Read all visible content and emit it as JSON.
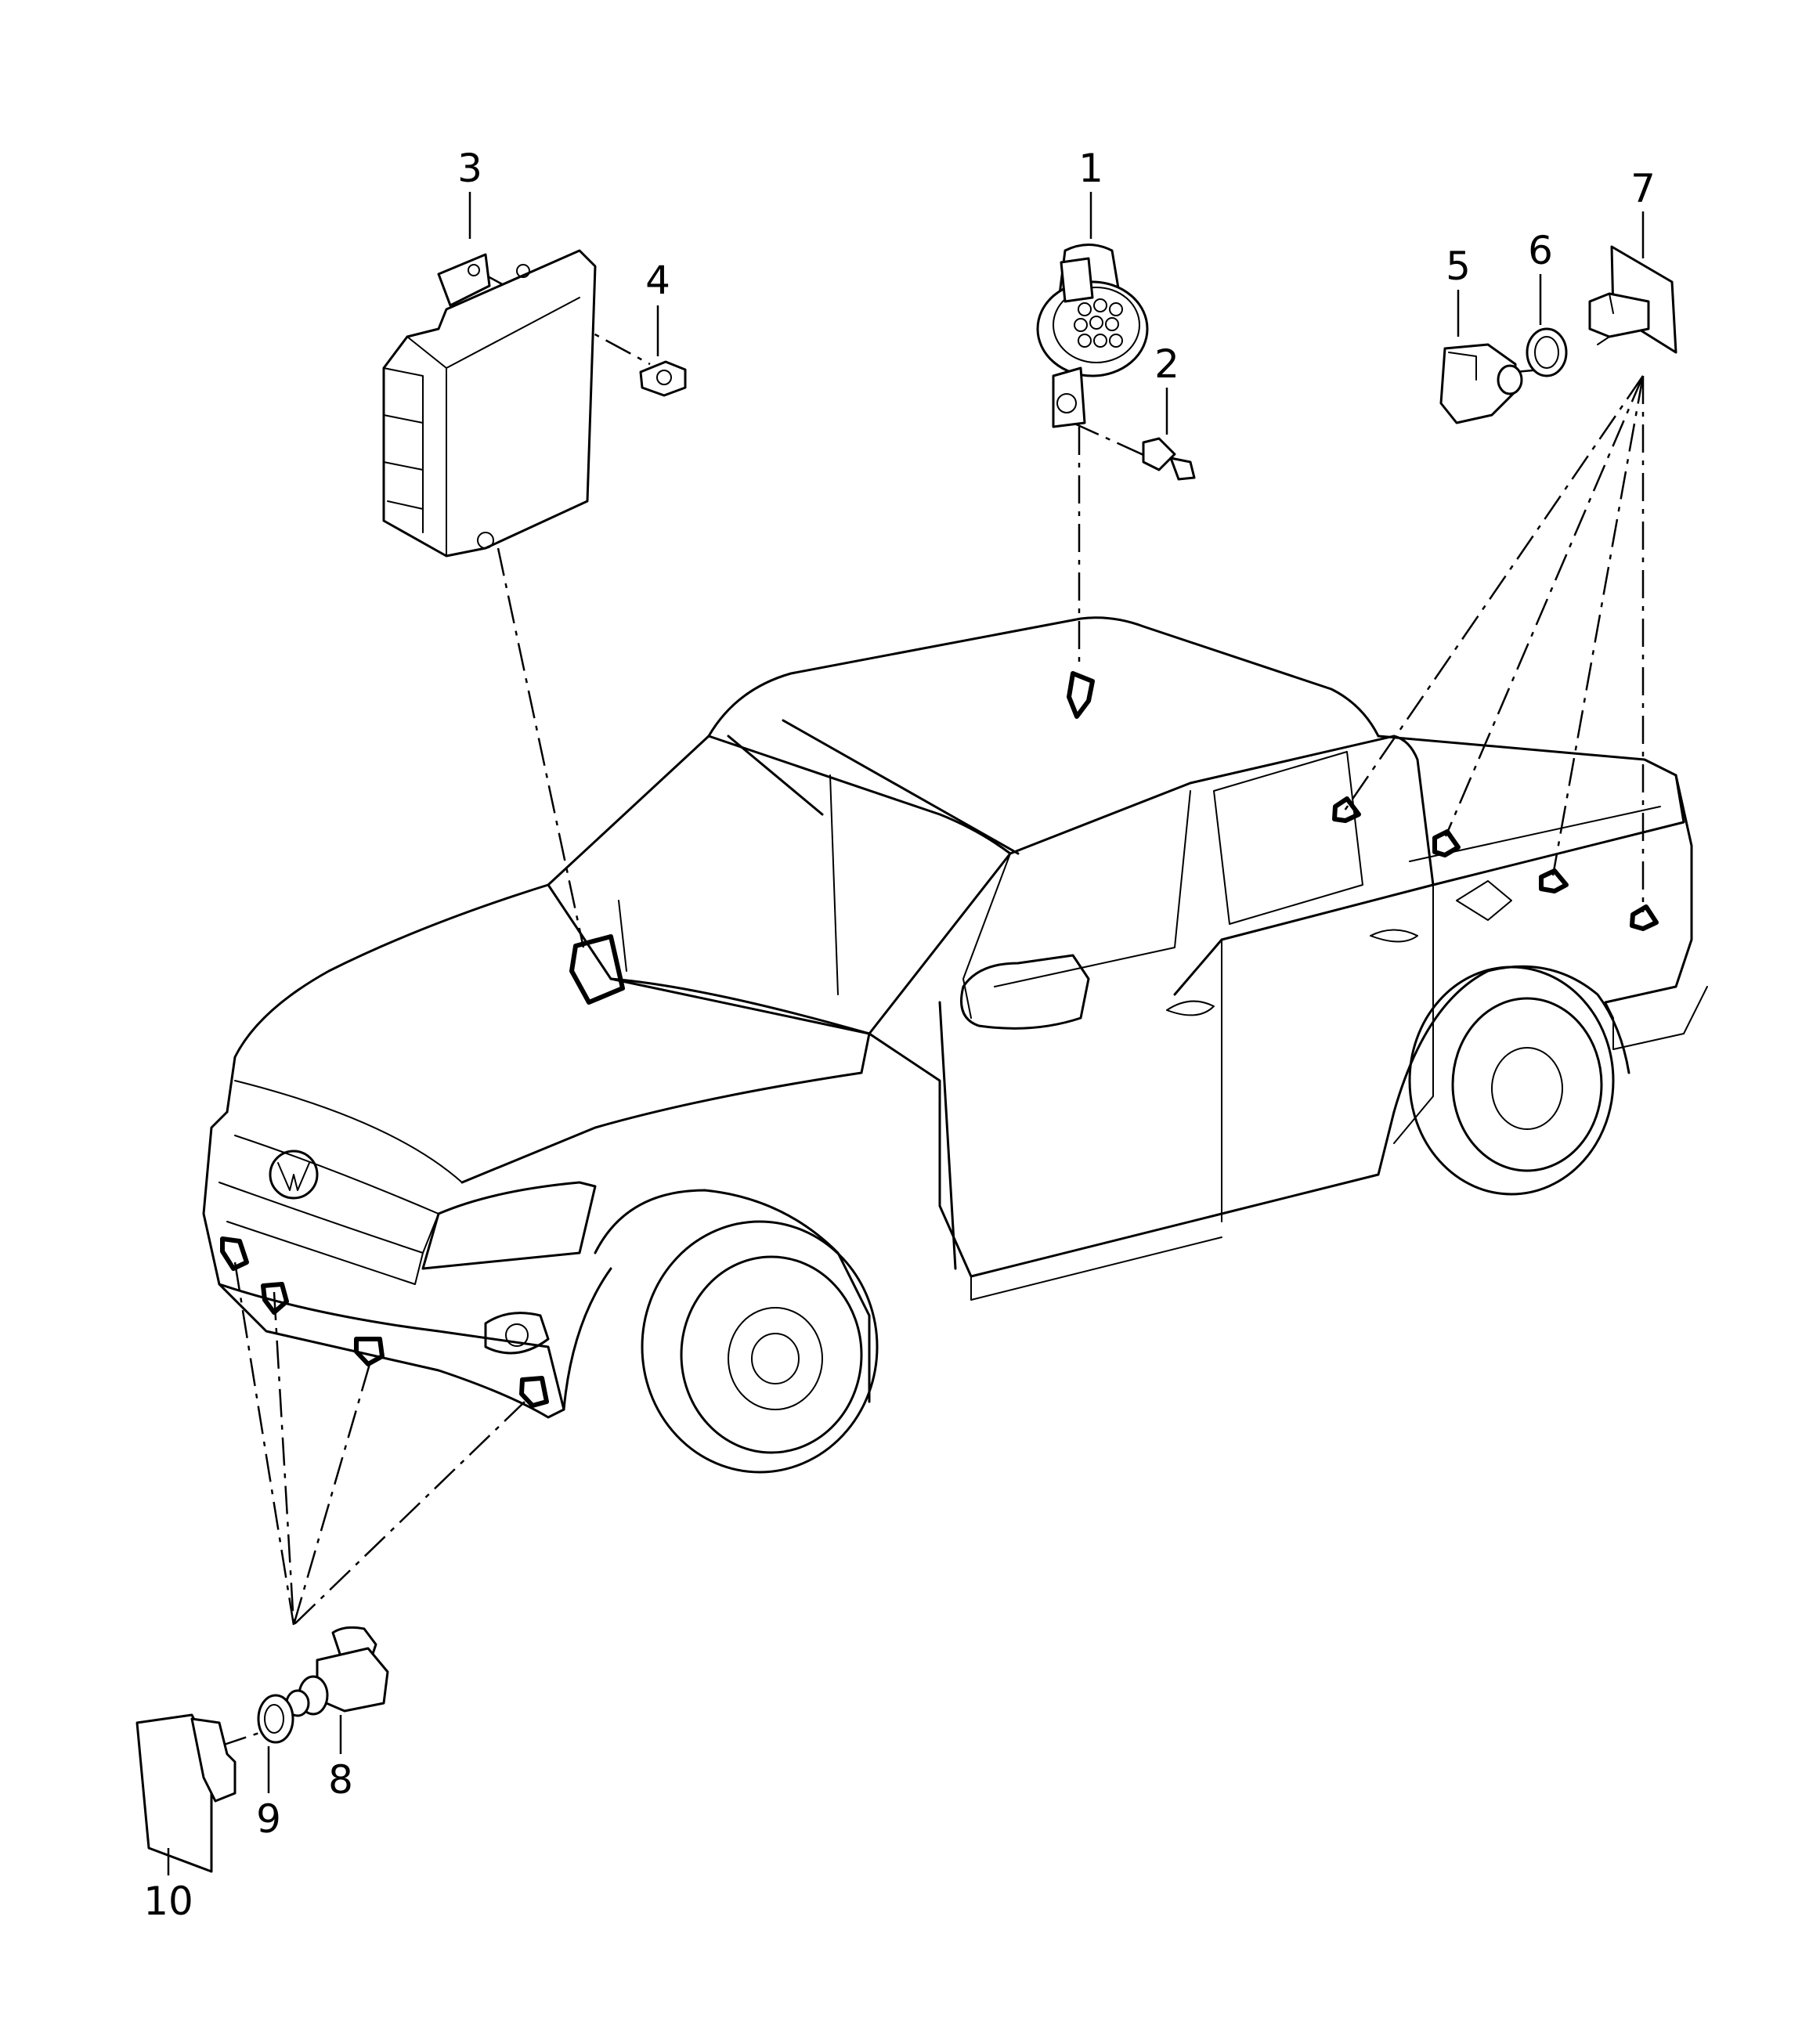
{
  "callouts": [
    "1",
    "2",
    "3",
    "4",
    "5",
    "6",
    "7",
    "8",
    "9",
    "10"
  ],
  "line_color": "#000000",
  "background_color": "#ffffff"
}
